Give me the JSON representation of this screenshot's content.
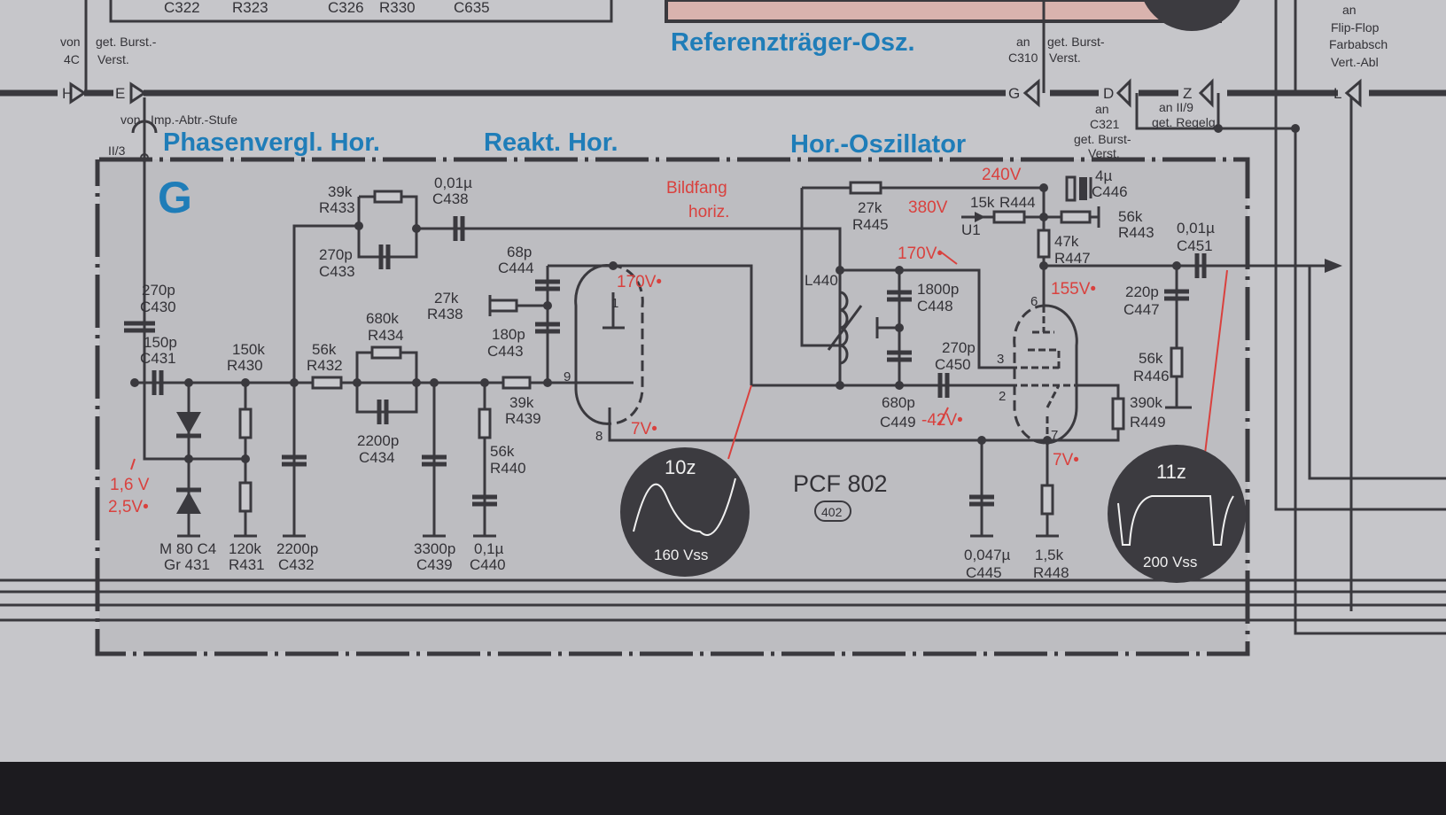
{
  "top_strip": [
    "C322",
    "R323",
    "C326",
    "R330",
    "C635"
  ],
  "connectors": [
    "H",
    "E",
    "G",
    "D",
    "Z",
    "L"
  ],
  "notes": {
    "von": "von",
    "from_4c": "4C",
    "burst1": "get. Burst.-",
    "verst1": "Verst.",
    "von2": "von",
    "imp": "Imp.-Abtr.-Stufe",
    "ii3": "II/3",
    "an1": "an",
    "c310": "C310",
    "burst2": "get. Burst-",
    "verst2": "Verst.",
    "an2": "an",
    "c321": "C321",
    "burst3": "get. Burst-",
    "verst3": "Verst.",
    "an_ii9": "an II/9",
    "regelg": "get. Regelg.",
    "an3": "an",
    "flipflop": "Flip-Flop",
    "farbabsch": "Farbabsch",
    "vertabl": "Vert.-Abl",
    "u1": "U1"
  },
  "section_titles": [
    "Referenzträger-Osz.",
    "Phasenvergl. Hor.",
    "Reakt. Hor.",
    "Hor.-Oszillator"
  ],
  "block_letter": "G",
  "bildfang": [
    "Bildfang",
    "horiz."
  ],
  "voltages": [
    "240V",
    "380V",
    "170V•",
    "7V•",
    "170V•",
    "155V•",
    "-42V•",
    "7V•",
    "1,6 V",
    "2,5V•"
  ],
  "components": [
    {
      "value": "39k",
      "ref": "R433"
    },
    {
      "value": "0,01µ",
      "ref": "C438"
    },
    {
      "value": "270p",
      "ref": "C433"
    },
    {
      "value": "68p",
      "ref": "C444"
    },
    {
      "value": "27k",
      "ref": "R438"
    },
    {
      "value": "180p",
      "ref": "C443"
    },
    {
      "value": "680k",
      "ref": "R434"
    },
    {
      "value": "2200p",
      "ref": "C434"
    },
    {
      "value": "56k",
      "ref": "R432"
    },
    {
      "value": "150k",
      "ref": "R430"
    },
    {
      "value": "270p",
      "ref": "C430"
    },
    {
      "value": "150p",
      "ref": "C431"
    },
    {
      "value": "2200p",
      "ref": "C432"
    },
    {
      "value": "3300p",
      "ref": "C439"
    },
    {
      "value": "0,1µ",
      "ref": "C440"
    },
    {
      "value": "56k",
      "ref": "R440"
    },
    {
      "value": "39k",
      "ref": "R439"
    },
    {
      "value": "120k",
      "ref": "R431"
    },
    {
      "value": "M 80 C4",
      "ref": "Gr 431"
    },
    {
      "value": "27k",
      "ref": "R445"
    },
    {
      "value": "15k",
      "ref": "R444"
    },
    {
      "value": "4µ",
      "ref": "C446"
    },
    {
      "value": "56k",
      "ref": "R443"
    },
    {
      "value": "47k",
      "ref": "R447"
    },
    {
      "value": "0,01µ",
      "ref": "C451"
    },
    {
      "value": "220p",
      "ref": "C447"
    },
    {
      "value": "56k",
      "ref": "R446"
    },
    {
      "value": "390k",
      "ref": "R449"
    },
    {
      "value": "1800p",
      "ref": "C448"
    },
    {
      "value": "270p",
      "ref": "C450"
    },
    {
      "value": "680p",
      "ref": "C449"
    },
    {
      "value": "0,047µ",
      "ref": "C445"
    },
    {
      "value": "1,5k",
      "ref": "R448"
    },
    {
      "value": "",
      "ref": "L440"
    }
  ],
  "tube": {
    "type": "PCF 802",
    "code": "402",
    "pins": [
      "1",
      "9",
      "8",
      "6",
      "3",
      "2",
      "7"
    ]
  },
  "scopes": [
    {
      "id": "10z",
      "amplitude": "160 Vss"
    },
    {
      "id": "11z",
      "amplitude": "200 Vss"
    }
  ],
  "colors": {
    "paper": "#c6c6ca",
    "ink": "#3a393e",
    "title_blue": "#1f7db8",
    "voltage_red": "#d9413e",
    "pink_box": "#d9b3ae"
  }
}
